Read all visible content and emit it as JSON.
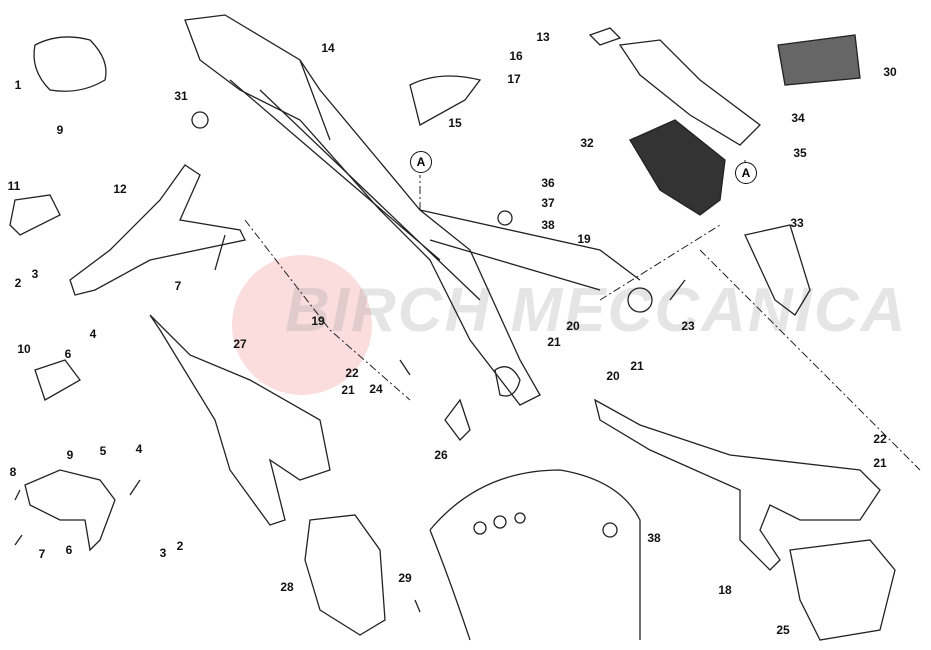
{
  "diagram": {
    "watermark": "BIRCH MECCANICA",
    "reference_marks": [
      "A",
      "A"
    ],
    "part_labels": [
      "1",
      "31",
      "14",
      "13",
      "16",
      "17",
      "30",
      "9",
      "15",
      "34",
      "32",
      "35",
      "11",
      "12",
      "36",
      "37",
      "38",
      "33",
      "19",
      "2",
      "3",
      "7",
      "23",
      "19",
      "20",
      "21",
      "4",
      "10",
      "6",
      "27",
      "20",
      "21",
      "22",
      "21",
      "24",
      "5",
      "4",
      "9",
      "26",
      "22",
      "21",
      "8",
      "38",
      "6",
      "3",
      "2",
      "7",
      "28",
      "29",
      "18",
      "25"
    ]
  }
}
